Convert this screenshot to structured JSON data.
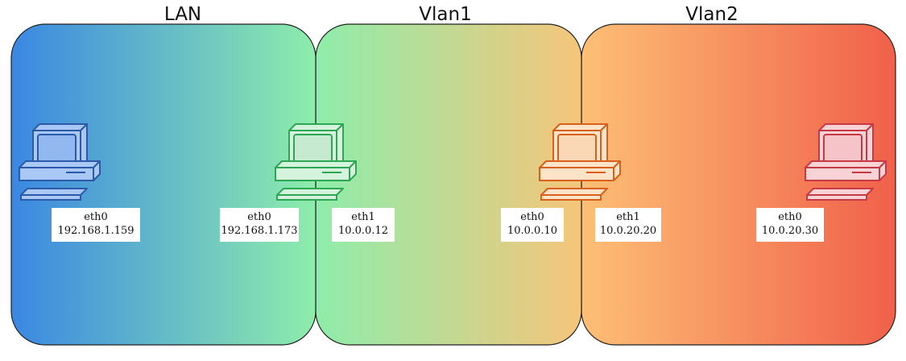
{
  "zones": [
    {
      "id": "lan",
      "title": "LAN",
      "gradient": [
        "#3a87e3",
        "#8eedab"
      ]
    },
    {
      "id": "vlan1",
      "title": "Vlan1",
      "gradient": [
        "#8eedab",
        "#f6c57a"
      ]
    },
    {
      "id": "vlan2",
      "title": "Vlan2",
      "gradient": [
        "#fdbf75",
        "#f0604a"
      ]
    }
  ],
  "hosts": [
    {
      "id": "pc-lan",
      "color": "blue",
      "stroke": "#2b5aa8",
      "fill": "#a9c8f5",
      "screen": "#93b8ef"
    },
    {
      "id": "pc-router1",
      "color": "green",
      "stroke": "#2fa654",
      "fill": "#d3f3dc",
      "screen": "#c5ead0"
    },
    {
      "id": "pc-router2",
      "color": "orange",
      "stroke": "#d9601a",
      "fill": "#fde3c8",
      "screen": "#fbd8b5"
    },
    {
      "id": "pc-vlan2",
      "color": "red",
      "stroke": "#c63a46",
      "fill": "#f8d3d5",
      "screen": "#f4c4c8"
    }
  ],
  "labels": [
    {
      "id": "lan-pc-eth0",
      "iface": "eth0",
      "ip": "192.168.1.159"
    },
    {
      "id": "router1-eth0",
      "iface": "eth0",
      "ip": "192.168.1.173"
    },
    {
      "id": "router1-eth1",
      "iface": "eth1",
      "ip": "10.0.0.12"
    },
    {
      "id": "router2-eth0",
      "iface": "eth0",
      "ip": "10.0.0.10"
    },
    {
      "id": "router2-eth1",
      "iface": "eth1",
      "ip": "10.0.20.20"
    },
    {
      "id": "vlan2-pc-eth0",
      "iface": "eth0",
      "ip": "10.0.20.30"
    }
  ]
}
